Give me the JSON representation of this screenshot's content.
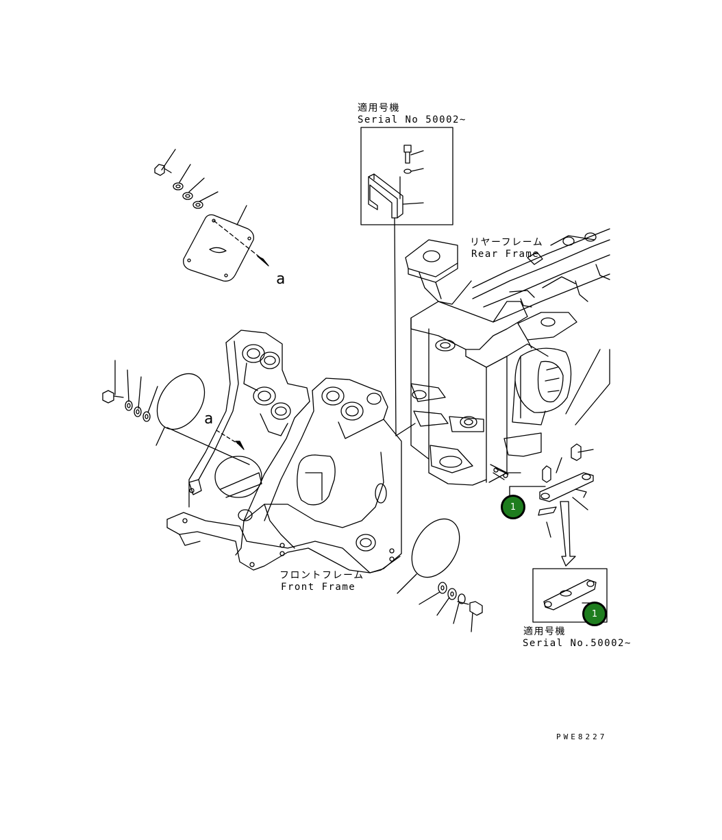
{
  "labels": {
    "inset_top_jp": "適用号機",
    "inset_top_serial": "Serial No 50002~",
    "rear_frame_jp": "リヤーフレーム",
    "rear_frame_en": "Rear Frame",
    "front_frame_jp": "フロントフレーム",
    "front_frame_en": "Front Frame",
    "inset_bottom_jp": "適用号機",
    "inset_bottom_serial": "Serial No.50002~",
    "reference_a_top": "a",
    "reference_a_mid": "a",
    "drawing_code": "PWE8227"
  },
  "callouts": [
    {
      "number": "1"
    },
    {
      "number": "1"
    }
  ]
}
